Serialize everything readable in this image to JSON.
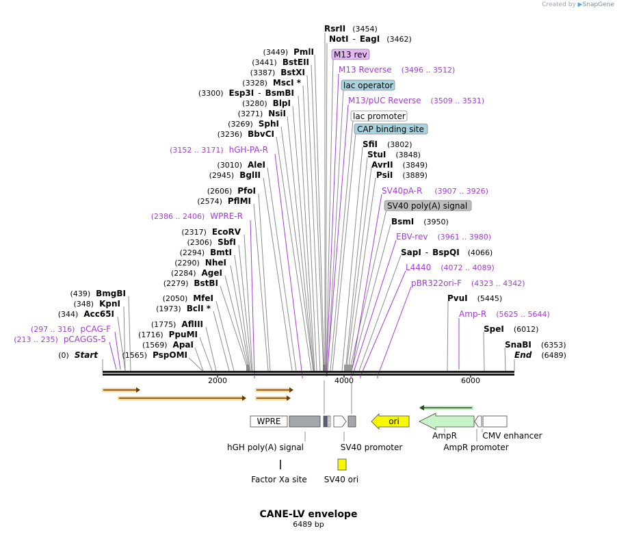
{
  "credit": {
    "prefix": "Created by",
    "brand": "SnapGene"
  },
  "map": {
    "title": "CANE-LV envelope",
    "length_label": "6489 bp",
    "ticks": [
      "2000",
      "4000",
      "6000"
    ]
  },
  "sites": [
    {
      "pos": "(3454)",
      "name": "RsrII"
    },
    {
      "name": "NotI",
      "sep": "-",
      "name2": "EagI",
      "pos": "(3462)"
    },
    {
      "pos": "(3449)",
      "name": "PmlI"
    },
    {
      "pos": "(3441)",
      "name": "BstEII"
    },
    {
      "pos": "(3387)",
      "name": "BstXI"
    },
    {
      "pos": "(3328)",
      "name": "MscI *"
    },
    {
      "pos": "(3300)",
      "name": "Esp3I",
      "sep": "-",
      "name2": "BsmBI"
    },
    {
      "pos": "(3280)",
      "name": "BlpI"
    },
    {
      "pos": "(3271)",
      "name": "NsiI"
    },
    {
      "pos": "(3269)",
      "name": "SphI"
    },
    {
      "pos": "(3236)",
      "name": "BbvCI"
    },
    {
      "pos": "(3010)",
      "name": "AleI"
    },
    {
      "pos": "(2945)",
      "name": "BglII"
    },
    {
      "pos": "(2606)",
      "name": "PfoI"
    },
    {
      "pos": "(2574)",
      "name": "PflMI"
    },
    {
      "pos": "(2317)",
      "name": "EcoRV"
    },
    {
      "pos": "(2306)",
      "name": "SbfI"
    },
    {
      "pos": "(2294)",
      "name": "BmtI"
    },
    {
      "pos": "(2290)",
      "name": "NheI"
    },
    {
      "pos": "(2284)",
      "name": "AgeI"
    },
    {
      "pos": "(2279)",
      "name": "BstBI"
    },
    {
      "pos": "(2050)",
      "name": "MfeI"
    },
    {
      "pos": "(1973)",
      "name": "BclI *"
    },
    {
      "pos": "(1775)",
      "name": "AflIII"
    },
    {
      "pos": "(1716)",
      "name": "PpuMI"
    },
    {
      "pos": "(1569)",
      "name": "ApaI"
    },
    {
      "pos": "(1565)",
      "name": "PspOMI"
    },
    {
      "pos": "(439)",
      "name": "BmgBI"
    },
    {
      "pos": "(348)",
      "name": "KpnI"
    },
    {
      "pos": "(344)",
      "name": "Acc65I"
    },
    {
      "pos": "(0)",
      "name": "Start"
    },
    {
      "name": "SfiI",
      "pos": "(3802)"
    },
    {
      "name": "StuI",
      "pos": "(3848)"
    },
    {
      "name": "AvrII",
      "pos": "(3849)"
    },
    {
      "name": "PsiI",
      "pos": "(3889)"
    },
    {
      "name": "BsmI",
      "pos": "(3950)"
    },
    {
      "name": "SapI",
      "sep": "-",
      "name2": "BspQI",
      "pos": "(4066)"
    },
    {
      "name": "PvuI",
      "pos": "(5445)"
    },
    {
      "name": "SpeI",
      "pos": "(6012)"
    },
    {
      "name": "SnaBI",
      "pos": "(6353)"
    },
    {
      "name": "End",
      "pos": "(6489)"
    }
  ],
  "primers": [
    {
      "name": "hGH-PA-R",
      "range": "(3152 .. 3171)"
    },
    {
      "name": "WPRE-R",
      "range": "(2386 .. 2406)"
    },
    {
      "name": "pCAG-F",
      "range": "(297 .. 316)"
    },
    {
      "name": "pCAGGS-5",
      "range": "(213 .. 235)"
    },
    {
      "name": "M13 Reverse",
      "range": "(3496 .. 3512)"
    },
    {
      "name": "M13/pUC Reverse",
      "range": "(3509 .. 3531)"
    },
    {
      "name": "SV40pA-R",
      "range": "(3907 .. 3926)"
    },
    {
      "name": "EBV-rev",
      "range": "(3961 .. 3980)"
    },
    {
      "name": "L4440",
      "range": "(4072 .. 4089)"
    },
    {
      "name": "pBR322ori-F",
      "range": "(4323 .. 4342)"
    },
    {
      "name": "Amp-R",
      "range": "(5625 .. 5644)"
    }
  ],
  "boxed_features": [
    "M13 rev",
    "lac operator",
    "lac promoter",
    "CAP binding site",
    "SV40 poly(A) signal"
  ],
  "features": {
    "wpre": "WPRE",
    "ori": "ori",
    "hgh": "hGH poly(A) signal",
    "sv40_promoter": "SV40 promoter",
    "ampr": "AmpR",
    "cmv": "CMV enhancer",
    "ampr_promoter": "AmpR promoter",
    "factor_xa": "Factor Xa site",
    "sv40_ori": "SV40 ori"
  },
  "colors": {
    "primer": "#a23bd1",
    "backbone": "#1a1a1a",
    "orange_feature": "#f6b24a",
    "ampr_fill": "#c8f5c8",
    "ori_fill": "#f7f700",
    "gray_feature": "#a3a8ad",
    "m13_box": "#e4b7f4",
    "blue_box": "#a6d3de"
  }
}
